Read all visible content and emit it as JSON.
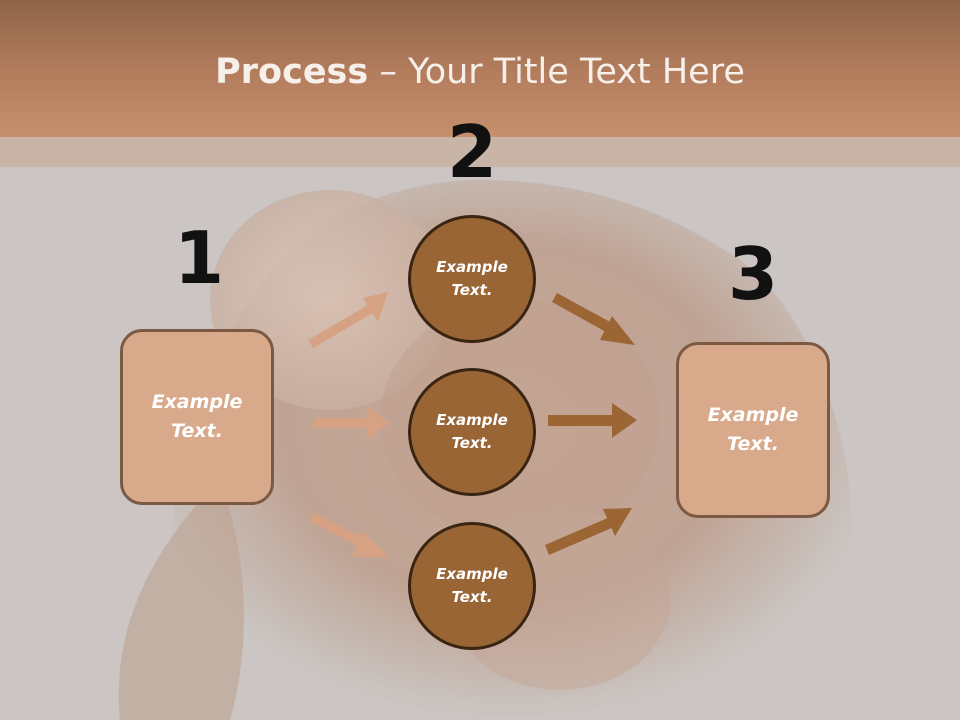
{
  "slide": {
    "title_bold": "Process",
    "title_rest": " – Your Title Text Here"
  },
  "steps": {
    "one": "1",
    "two": "2",
    "three": "3"
  },
  "left_box": {
    "text": "Example Text."
  },
  "circles": [
    {
      "text": "Example Text."
    },
    {
      "text": "Example Text."
    },
    {
      "text": "Example Text."
    }
  ],
  "right_box": {
    "text": "Example Text."
  },
  "colors": {
    "header": "#c68f6d",
    "box_fill": "#d8a98a",
    "circle_fill": "#996535",
    "left_arrows": "#d6a283",
    "right_arrows": "#9b6534"
  }
}
